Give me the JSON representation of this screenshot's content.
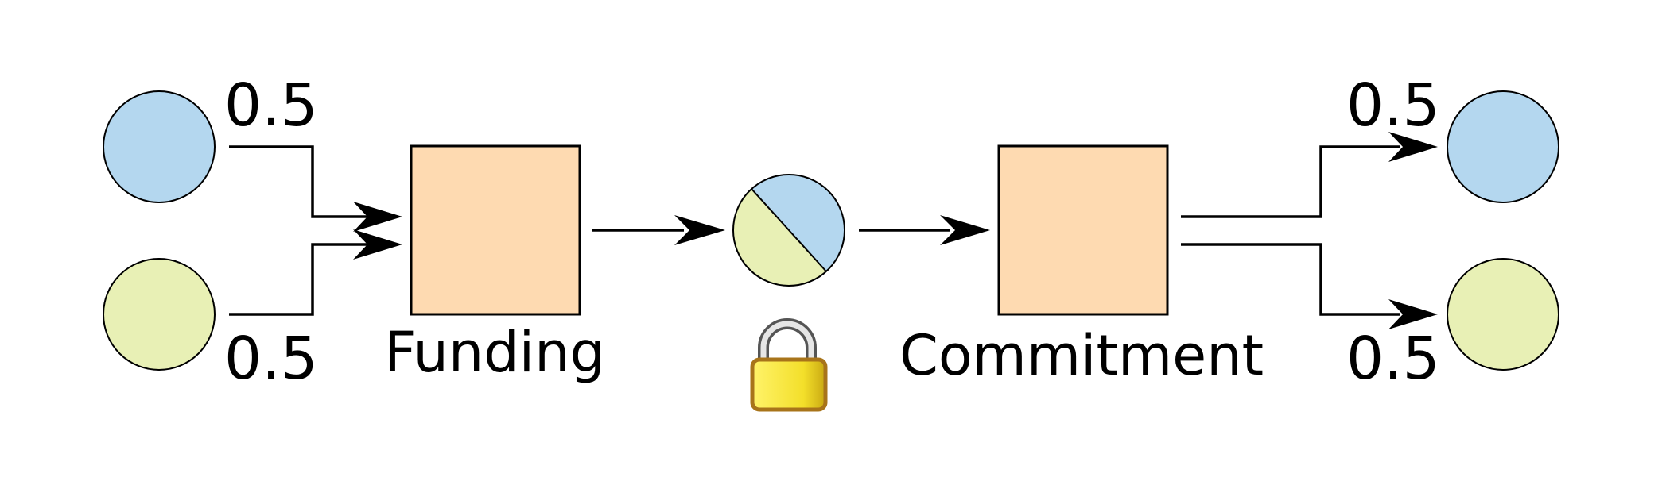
{
  "labels": {
    "in_top_amount": "0.5",
    "in_bottom_amount": "0.5",
    "out_top_amount": "0.5",
    "out_bottom_amount": "0.5",
    "funding": "Funding",
    "commitment": "Commitment"
  },
  "icons": {
    "lock": "padlock-icon"
  },
  "colors": {
    "party_a": "#b4d7ef",
    "party_b": "#e8f0b5",
    "transaction_box": "#fedab1",
    "lock_body": "#f3e032",
    "lock_outline": "#b07a16",
    "lock_shackle": "#c8c8c8"
  }
}
